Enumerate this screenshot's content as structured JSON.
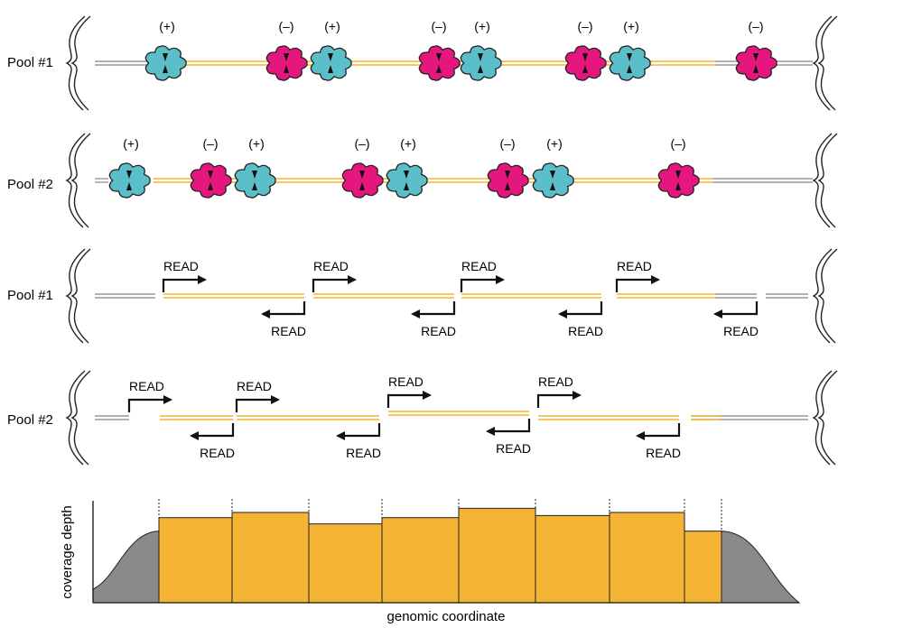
{
  "colors": {
    "plus_blob": "#5bbfc9",
    "minus_blob": "#e5177e",
    "amplicon": "#f5b335",
    "flank": "#999999",
    "outline": "#222222",
    "coverage_fill": "#f5b335",
    "coverage_flank": "#8a8a8a"
  },
  "strings": {
    "plus_sign": "(+)",
    "minus_sign": "(–)",
    "read": "READ"
  },
  "rows": [
    {
      "label": "Pool #1",
      "kind": "primers"
    },
    {
      "label": "Pool #2",
      "kind": "primers"
    },
    {
      "label": "Pool #1",
      "kind": "reads"
    },
    {
      "label": "Pool #2",
      "kind": "reads"
    }
  ],
  "coverage": {
    "xlabel": "genomic coordinate",
    "ylabel": "coverage depth",
    "segments": [
      0.82,
      0.87,
      0.76,
      0.82,
      0.91,
      0.84,
      0.87,
      0.69
    ],
    "flank_height": 0.69
  }
}
